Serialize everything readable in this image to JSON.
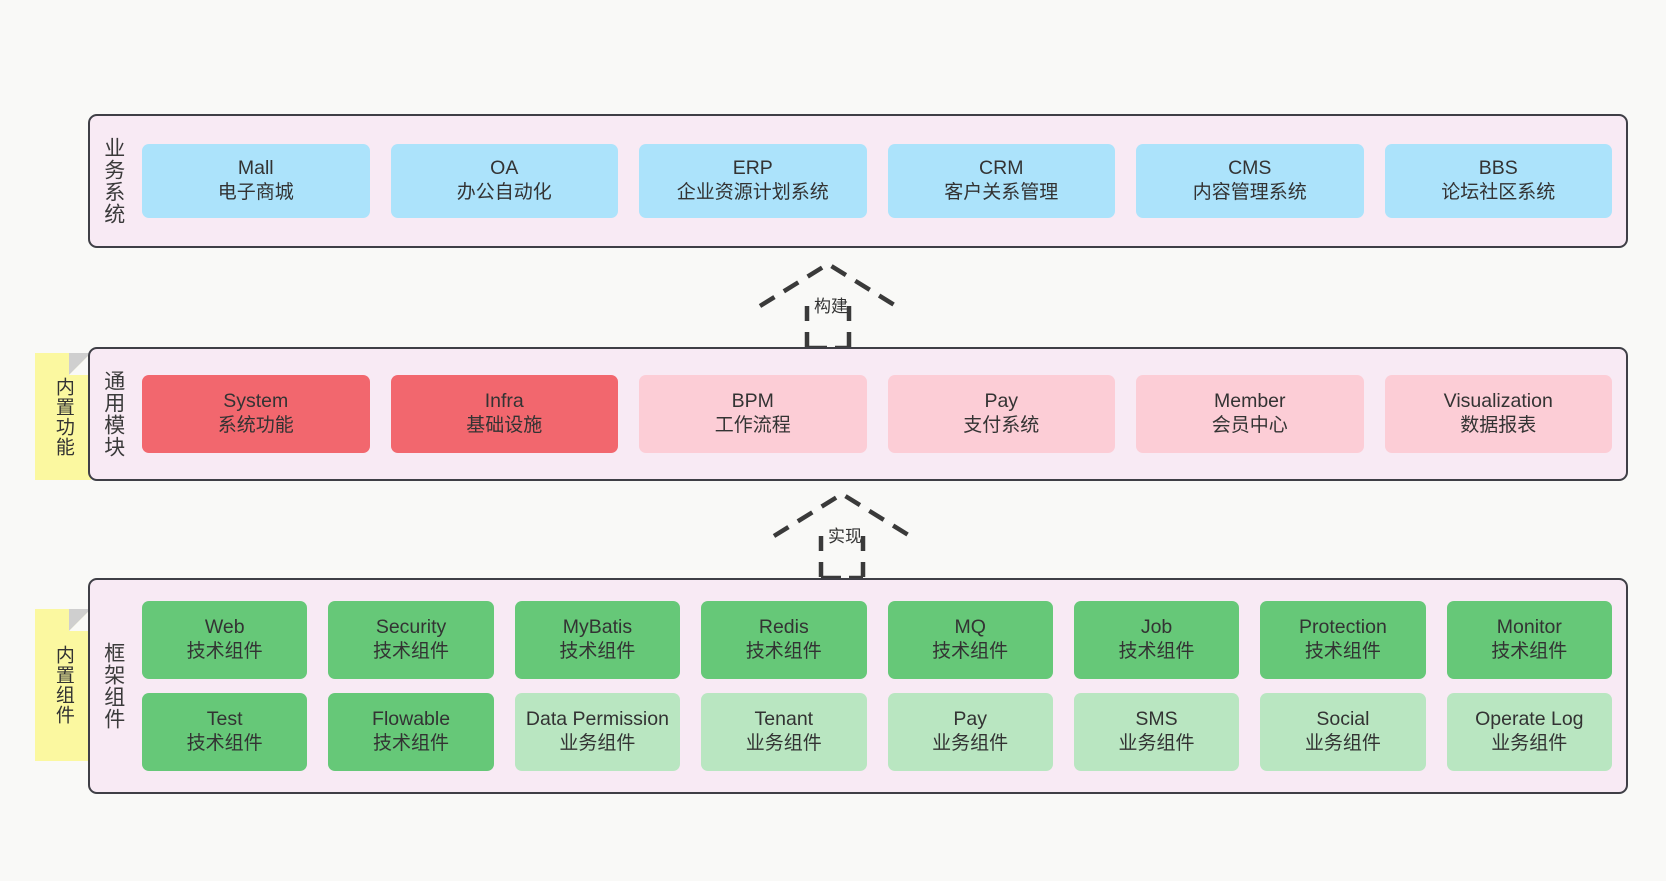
{
  "diagram": {
    "background_color": "#f9f9f7",
    "layer_fill": "#f8eaf4",
    "layer_border": "#3f3f46",
    "note_color": "#fbf8a0"
  },
  "layers": [
    {
      "id": "business",
      "title": "业务系统",
      "color": "#ace3fb",
      "rows": [
        {
          "nodes": [
            {
              "name": "Mall",
              "desc": "电子商城"
            },
            {
              "name": "OA",
              "desc": "办公自动化"
            },
            {
              "name": "ERP",
              "desc": "企业资源计划系统"
            },
            {
              "name": "CRM",
              "desc": "客户关系管理"
            },
            {
              "name": "CMS",
              "desc": "内容管理系统"
            },
            {
              "name": "BBS",
              "desc": "论坛社区系统"
            }
          ]
        }
      ]
    },
    {
      "id": "common",
      "title": "通用模块",
      "note": "内置功能",
      "color_strong": "#f2676e",
      "color_light": "#fccdd6",
      "rows": [
        {
          "nodes": [
            {
              "name": "System",
              "desc": "系统功能",
              "emphasis": "strong"
            },
            {
              "name": "Infra",
              "desc": "基础设施",
              "emphasis": "strong"
            },
            {
              "name": "BPM",
              "desc": "工作流程",
              "emphasis": "light"
            },
            {
              "name": "Pay",
              "desc": "支付系统",
              "emphasis": "light"
            },
            {
              "name": "Member",
              "desc": "会员中心",
              "emphasis": "light"
            },
            {
              "name": "Visualization",
              "desc": "数据报表",
              "emphasis": "light"
            }
          ]
        }
      ]
    },
    {
      "id": "framework",
      "title": "框架组件",
      "note": "内置组件",
      "color_strong": "#66c878",
      "color_light": "#b9e6c1",
      "rows": [
        {
          "nodes": [
            {
              "name": "Web",
              "desc": "技术组件",
              "emphasis": "strong"
            },
            {
              "name": "Security",
              "desc": "技术组件",
              "emphasis": "strong"
            },
            {
              "name": "MyBatis",
              "desc": "技术组件",
              "emphasis": "strong"
            },
            {
              "name": "Redis",
              "desc": "技术组件",
              "emphasis": "strong"
            },
            {
              "name": "MQ",
              "desc": "技术组件",
              "emphasis": "strong"
            },
            {
              "name": "Job",
              "desc": "技术组件",
              "emphasis": "strong"
            },
            {
              "name": "Protection",
              "desc": "技术组件",
              "emphasis": "strong"
            },
            {
              "name": "Monitor",
              "desc": "技术组件",
              "emphasis": "strong"
            }
          ]
        },
        {
          "nodes": [
            {
              "name": "Test",
              "desc": "技术组件",
              "emphasis": "strong"
            },
            {
              "name": "Flowable",
              "desc": "技术组件",
              "emphasis": "strong"
            },
            {
              "name": "Data Permission",
              "desc": "业务组件",
              "emphasis": "light"
            },
            {
              "name": "Tenant",
              "desc": "业务组件",
              "emphasis": "light"
            },
            {
              "name": "Pay",
              "desc": "业务组件",
              "emphasis": "light"
            },
            {
              "name": "SMS",
              "desc": "业务组件",
              "emphasis": "light"
            },
            {
              "name": "Social",
              "desc": "业务组件",
              "emphasis": "light"
            },
            {
              "name": "Operate Log",
              "desc": "业务组件",
              "emphasis": "light"
            }
          ]
        }
      ]
    }
  ],
  "connectors": [
    {
      "id": "build",
      "label": "构建",
      "style": "dashed-generalization-up"
    },
    {
      "id": "impl",
      "label": "实现",
      "style": "dashed-generalization-up"
    }
  ]
}
